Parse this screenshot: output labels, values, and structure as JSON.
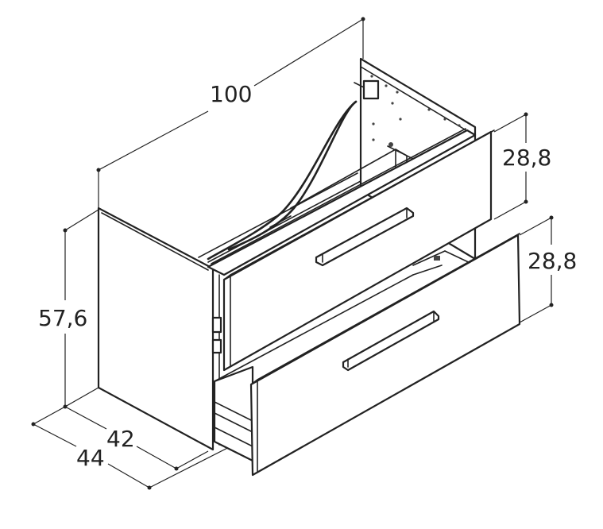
{
  "dimensions": {
    "width": "100",
    "height": "57,6",
    "drawer_top_height": "28,8",
    "drawer_bottom_height": "28,8",
    "depth_inner": "42",
    "depth_outer": "44"
  },
  "colors": {
    "line": "#222222",
    "background": "#ffffff"
  }
}
